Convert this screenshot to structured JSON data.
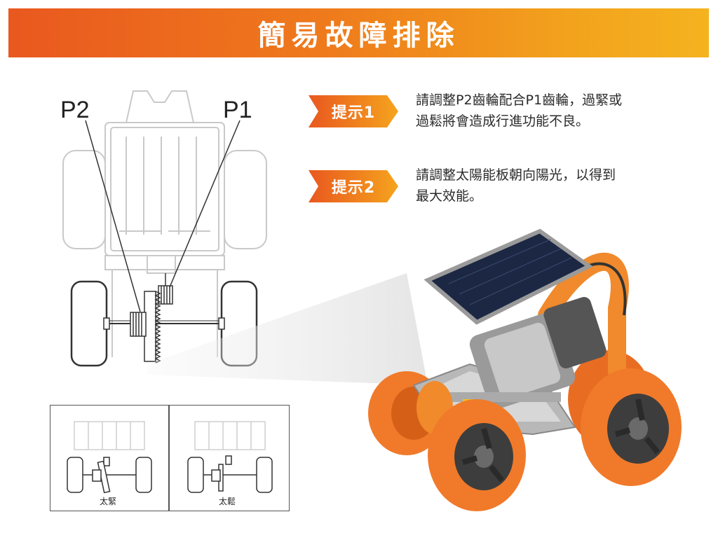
{
  "banner": {
    "title": "簡易故障排除"
  },
  "diagram": {
    "label_p2": "P2",
    "label_p1": "P1"
  },
  "tips": [
    {
      "badge": "提示1",
      "text_line1": "請調整P2齒輪配合P1齒輪，過緊或",
      "text_line2": "過鬆將會造成行進功能不良。"
    },
    {
      "badge": "提示2",
      "text_line1": "請調整太陽能板朝向陽光，以得到",
      "text_line2": "最大效能。"
    }
  ],
  "comparison": {
    "tight_caption": "太緊",
    "loose_caption": "太鬆"
  },
  "colors": {
    "banner_start": "#e9581f",
    "banner_end": "#f5b31f",
    "wheel_orange": "#f07a2a",
    "badge_orange": "#f08a1e"
  }
}
